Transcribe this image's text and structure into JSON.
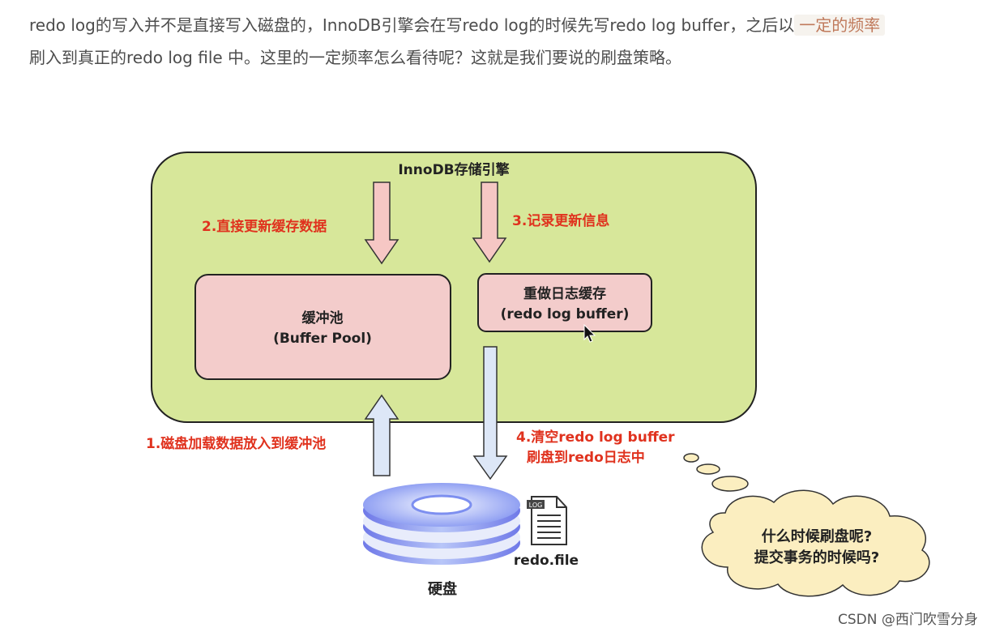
{
  "paragraph": {
    "part1": "redo log的写入并不是直接写入磁盘的，InnoDB引擎会在写redo log的时候先写redo log buffer，之后以",
    "highlight": "一定的频率",
    "part2": "刷入到真正的redo log file 中。这里的一定频率怎么看待呢？这就是我们要说的刷盘策略。"
  },
  "diagram": {
    "engine_title": "InnoDB存储引擎",
    "buffer_pool": {
      "line1": "缓冲池",
      "line2": "(Buffer Pool)"
    },
    "redo_buffer": {
      "line1": "重做日志缓存",
      "line2": "(redo log buffer)"
    },
    "step1": "1.磁盘加载数据放入到缓冲池",
    "step2": "2.直接更新缓存数据",
    "step3": "3.记录更新信息",
    "step4_line1": "4.清空redo log buffer",
    "step4_line2": "刷盘到redo日志中",
    "disk_label": "硬盘",
    "file_label": "redo.file",
    "file_icon_tag": "LOG",
    "thought_line1": "什么时候刷盘呢?",
    "thought_line2": "提交事务的时候吗?"
  },
  "colors": {
    "engine_fill": "#d7e79a",
    "box_fill": "#f3cccb",
    "step_text": "#e0321e",
    "arrow_down_fill": "#f6c7c4",
    "arrow_updown_fill": "#dde7f7",
    "thought_fill": "#fbeec0"
  },
  "watermark": "CSDN @西门吹雪分身"
}
